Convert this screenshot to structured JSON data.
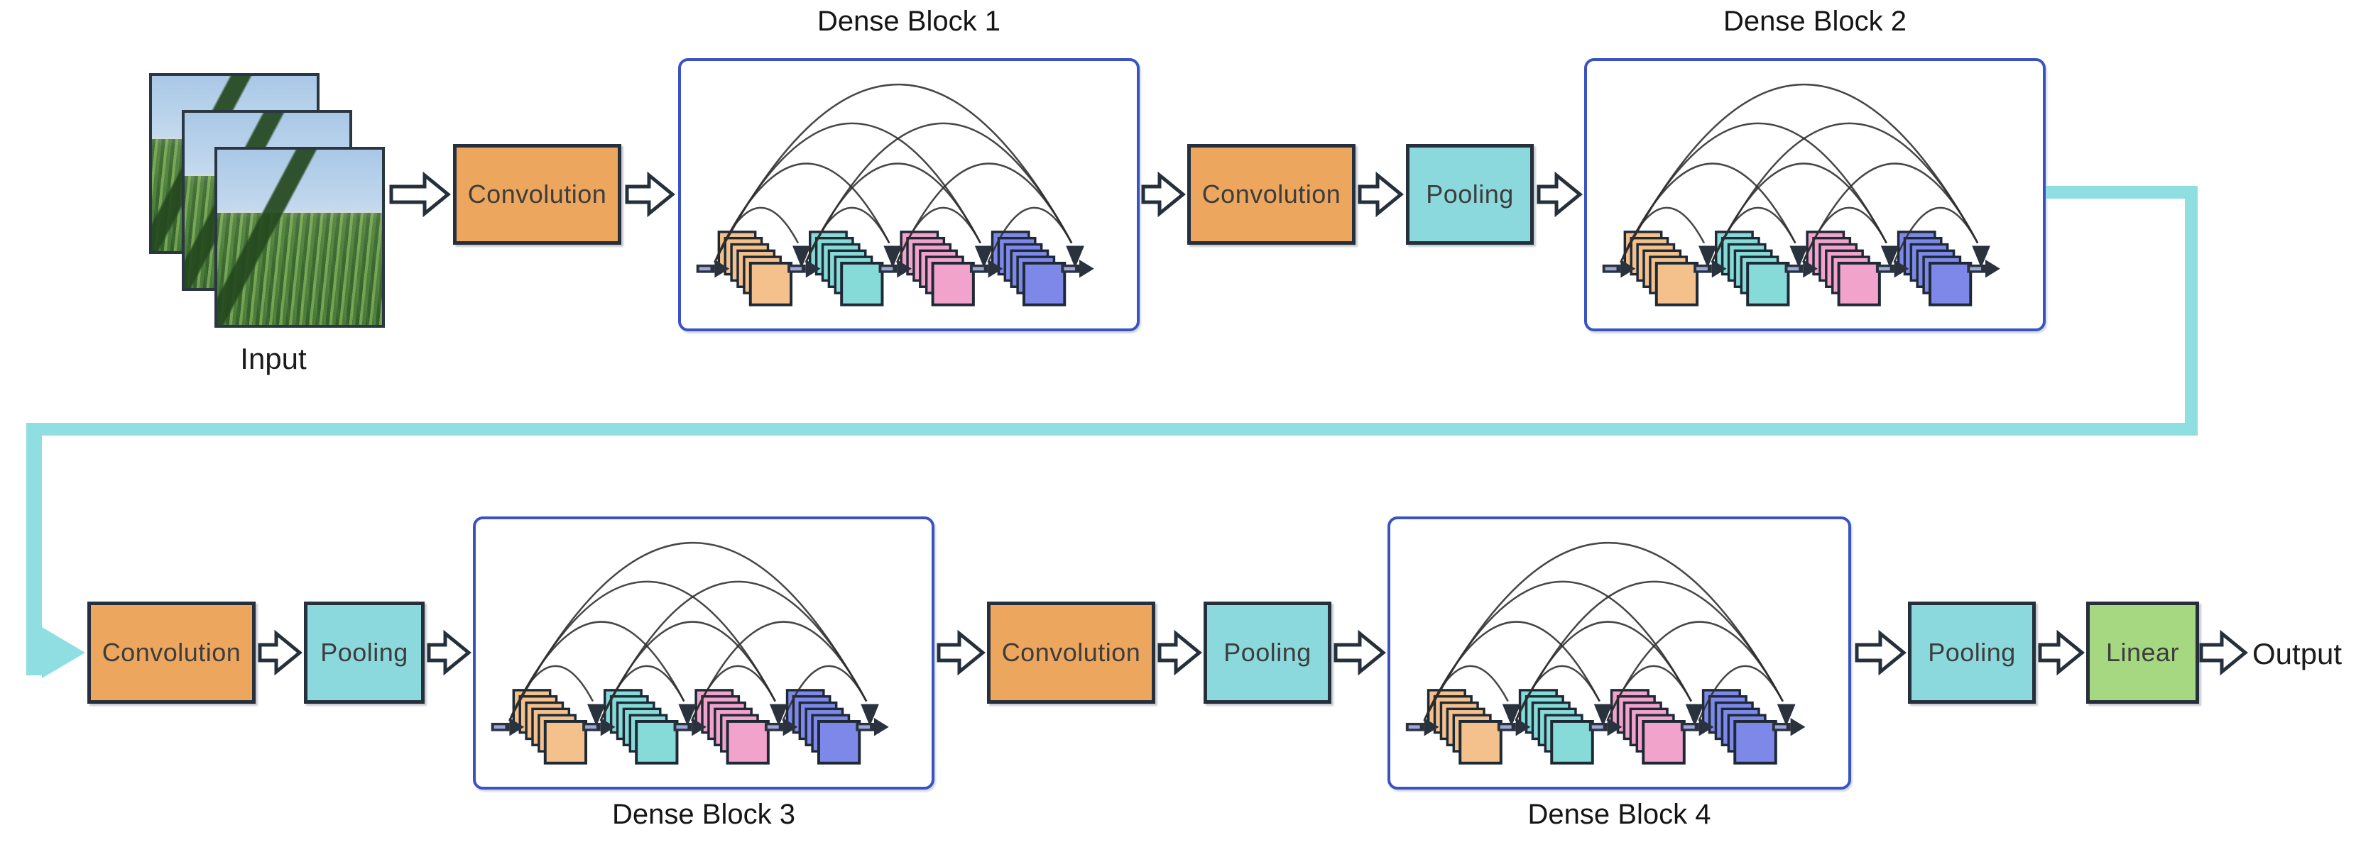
{
  "diagram": {
    "title_implicit": "DenseNet-style CNN architecture flow",
    "input": {
      "label": "Input"
    },
    "output": {
      "label": "Output"
    },
    "top_row": {
      "conv1_label": "Convolution",
      "conv2_label": "Convolution",
      "pool1_label": "Pooling"
    },
    "bottom_row": {
      "conv3_label": "Convolution",
      "pool2_label": "Pooling",
      "conv4_label": "Convolution",
      "pool3_label": "Pooling",
      "pool4_label": "Pooling",
      "linear_label": "Linear"
    },
    "dense_blocks": [
      {
        "label": "Dense Block 1",
        "label_position": "top"
      },
      {
        "label": "Dense Block 2",
        "label_position": "top"
      },
      {
        "label": "Dense Block 3",
        "label_position": "bottom"
      },
      {
        "label": "Dense Block 4",
        "label_position": "bottom"
      }
    ],
    "flow_top_row": [
      "Input",
      "Convolution",
      "Dense Block 1",
      "Convolution",
      "Pooling",
      "Dense Block 2"
    ],
    "flow_bottom_row": [
      "Convolution",
      "Pooling",
      "Dense Block 3",
      "Convolution",
      "Pooling",
      "Dense Block 4",
      "Pooling",
      "Linear",
      "Output"
    ],
    "colors": {
      "convolution_fill": "#EDA65E",
      "pooling_fill": "#8BD9DC",
      "linear_fill": "#A5D880",
      "dense_border": "#3A53C4",
      "connector": "#8EDEE2",
      "box_outline": "#25303C",
      "arc_stroke": "#2E2E2E",
      "node_arrow": "#2A323E",
      "node_arrow_dash": "#A8B4EC",
      "stack_colors": [
        "#F4C18C",
        "#86DBD8",
        "#F2A3CB",
        "#7D88E8"
      ],
      "stack_stroke": "#1E2936"
    }
  }
}
